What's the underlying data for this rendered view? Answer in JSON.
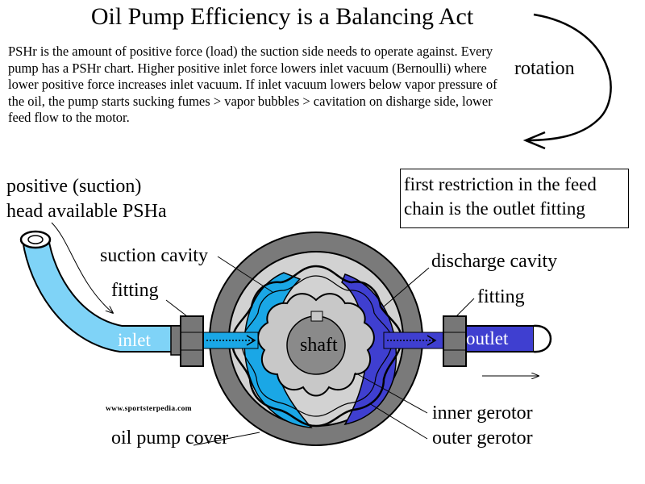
{
  "title": "Oil Pump Efficiency is a Balancing Act",
  "description": "PSHr is the amount of positive force (load) the suction side needs to operate against. Every pump has a PSHr chart. Higher positive inlet force lowers inlet vacuum (Bernoulli) where lower positive force increases inlet vacuum. If inlet vacuum lowers below vapor pressure of the oil, the pump starts sucking fumes > vapor bubbles > cavitation on disharge side, lower feed flow to the motor.",
  "labels": {
    "rotation": "rotation",
    "psha_line1": "positive (suction)",
    "psha_line2": "head available PSHa",
    "outlet_note_line1": "first restriction in the feed",
    "outlet_note_line2": "chain is the outlet fitting",
    "suction_cavity": "suction cavity",
    "fitting_left": "fitting",
    "discharge_cavity": "discharge cavity",
    "fitting_right": "fitting",
    "inlet": "inlet",
    "outlet": "outlet",
    "shaft": "shaft",
    "inner_gerotor": "inner gerotor",
    "outer_gerotor": "outer gerotor",
    "oil_pump_cover": "oil pump cover",
    "watermark": "www.sportsterpedia.com"
  },
  "colors": {
    "inlet_blue": "#7fd3f7",
    "suction_blue": "#1aa7e6",
    "discharge_blue": "#3f3fd0",
    "cover_gray": "#7a7a7a",
    "body_gray": "#d2d2d2",
    "shaft_gray": "#8a8a8a",
    "fitting_gray": "#777777"
  }
}
